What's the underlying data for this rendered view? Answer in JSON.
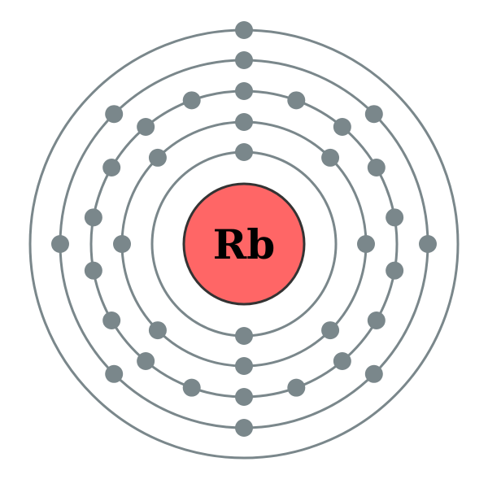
{
  "element": {
    "symbol": "Rb"
  },
  "shells": [
    {
      "electrons": 2
    },
    {
      "electrons": 8
    },
    {
      "electrons": 18
    },
    {
      "electrons": 8
    },
    {
      "electrons": 1
    }
  ],
  "colors": {
    "nucleus_fill": "#ff6666",
    "nucleus_stroke": "#333333",
    "shell_stroke": "#7a878b",
    "electron_fill": "#7a878b"
  }
}
